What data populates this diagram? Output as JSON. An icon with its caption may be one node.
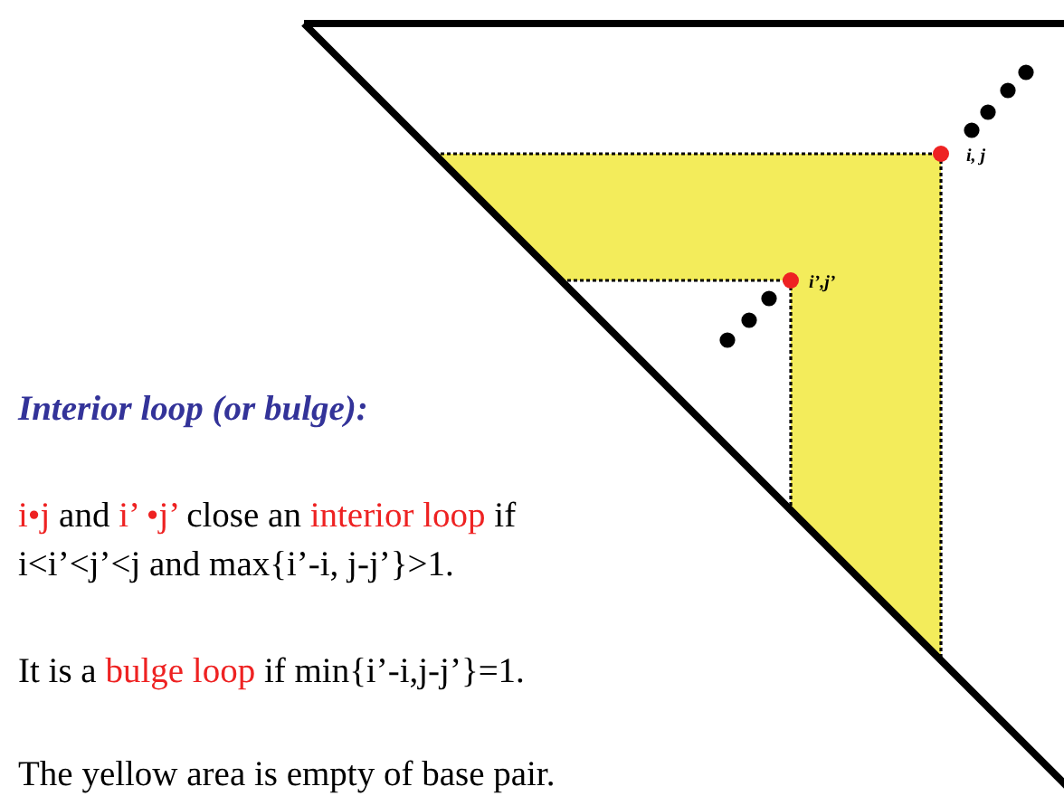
{
  "diagram": {
    "title": "Interior loop (or bulge):",
    "labels": [
      "i, j",
      "i’,j’",
      "i•j",
      "and",
      "i’ •j’",
      "close an",
      "interior loop",
      "if i<i’<j’<j and max{i’-i, j-j’}>1.",
      "It is a",
      "bulge loop",
      "if min{i’-i,j-j’}=1.",
      "The yellow area is empty of base pair."
    ]
  }
}
